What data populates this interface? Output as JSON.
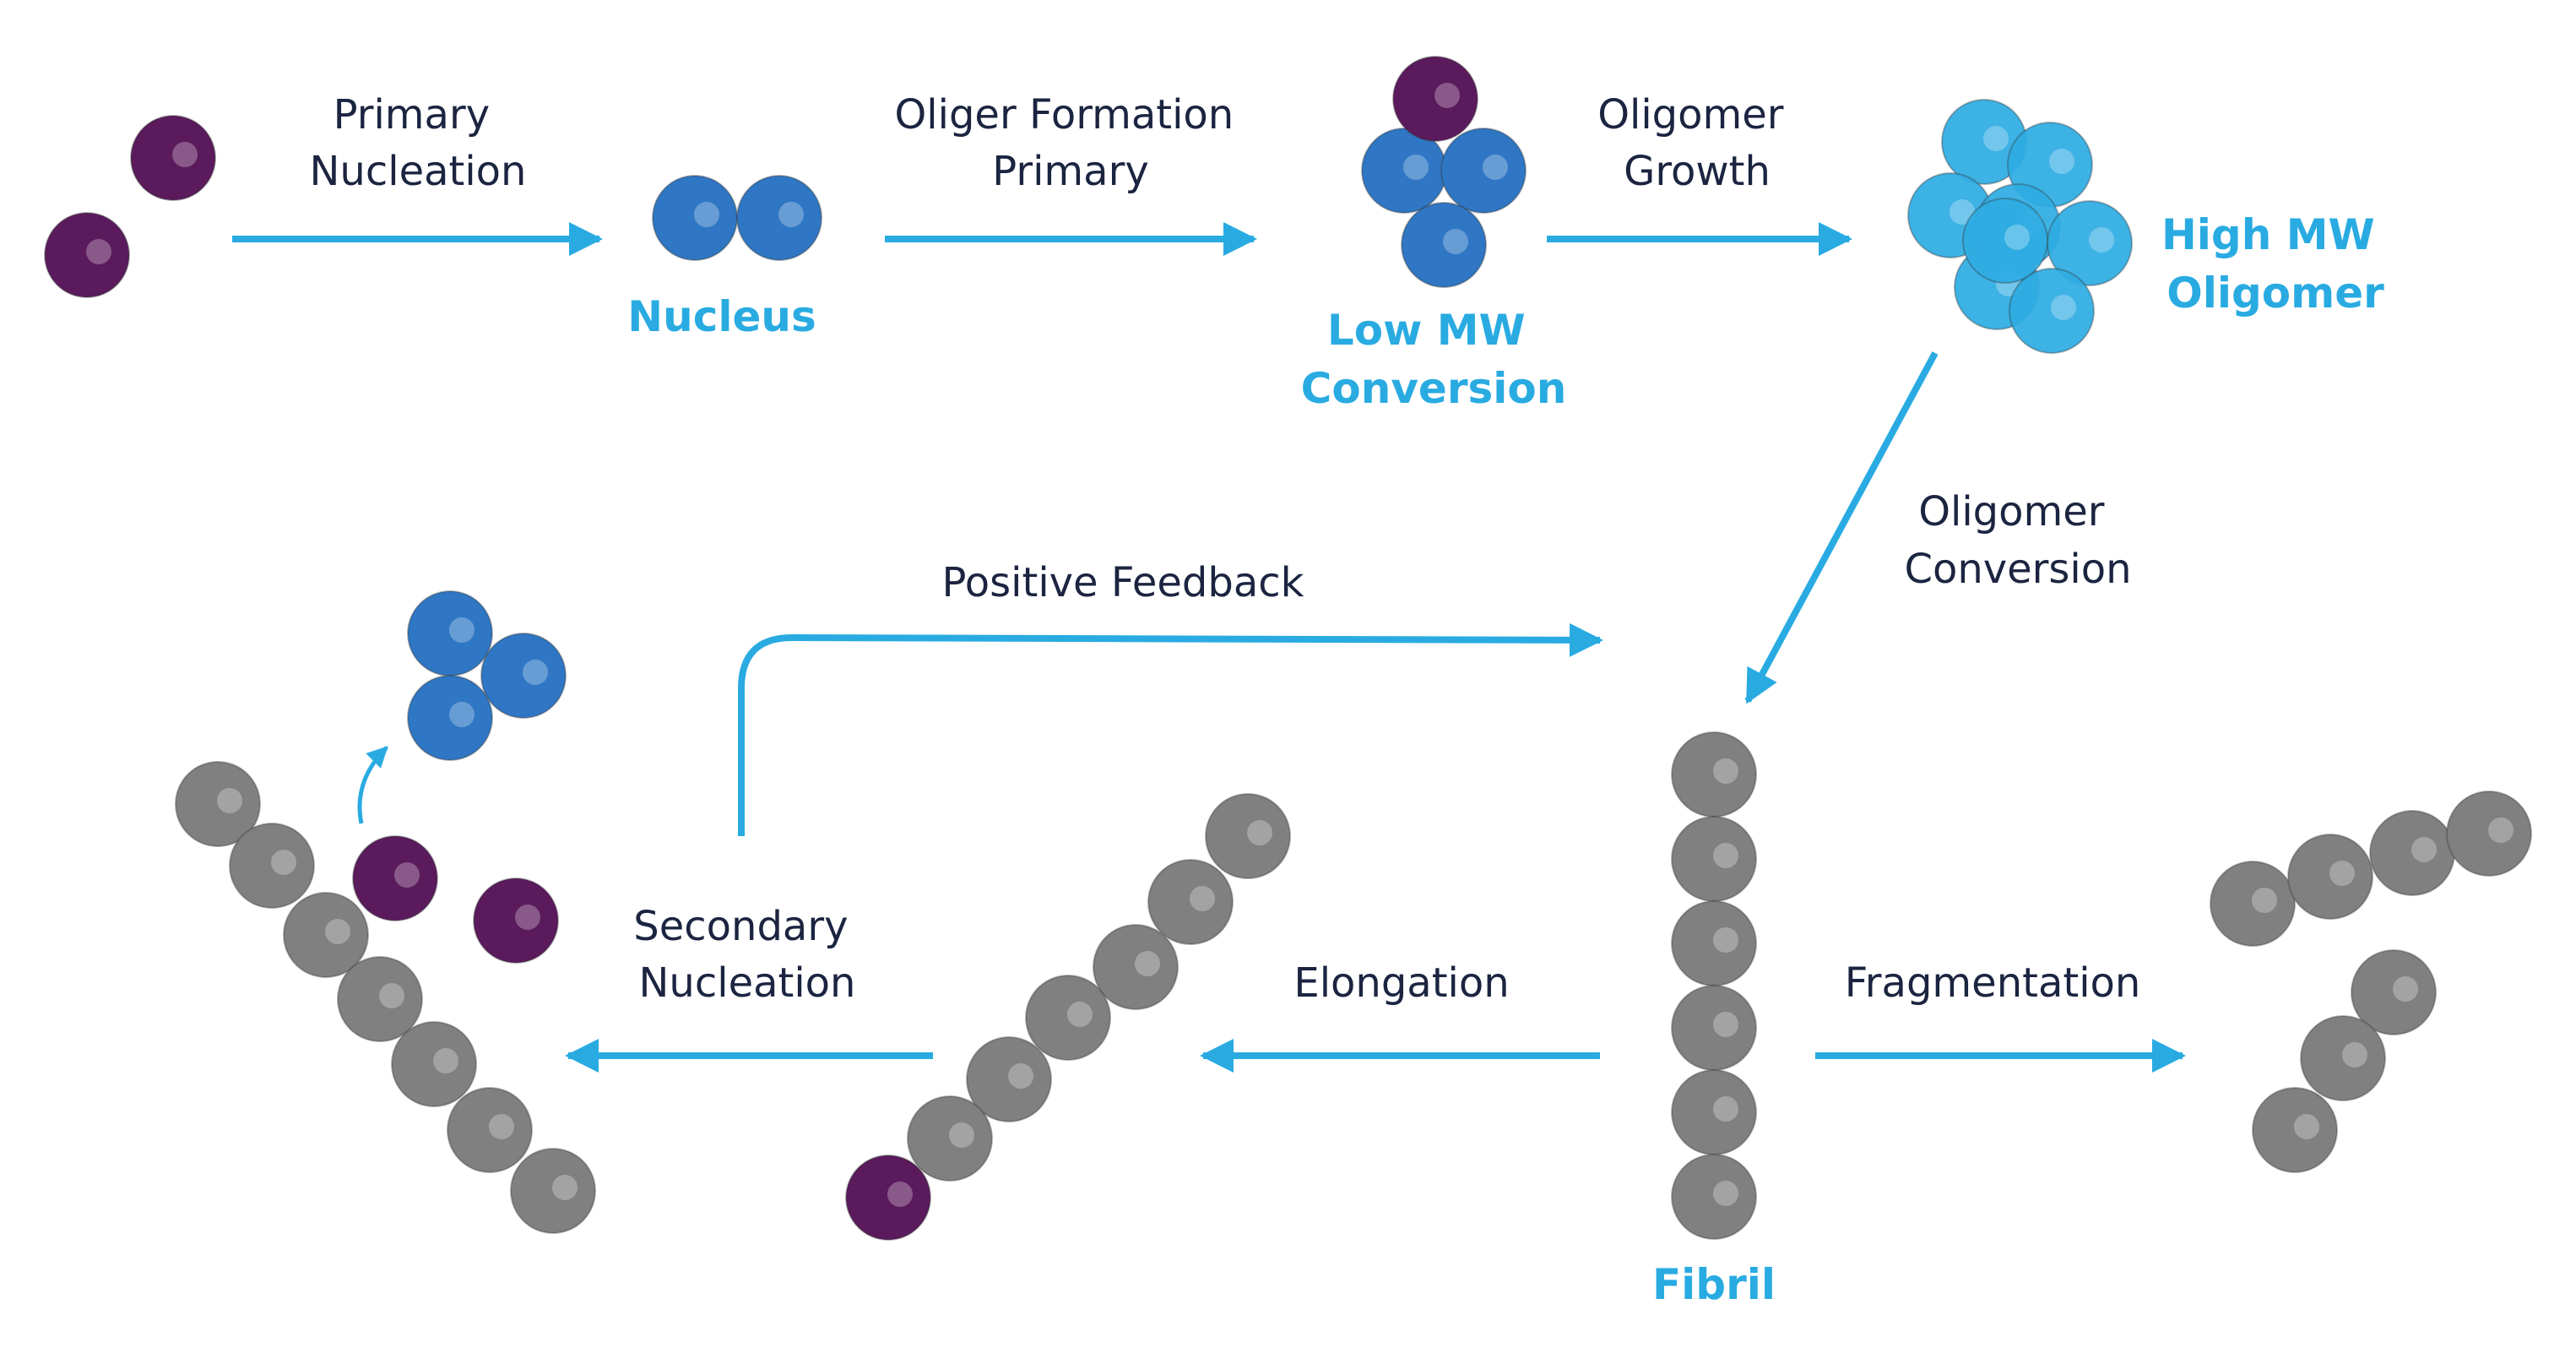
{
  "colors": {
    "text_dark": "#1b2440",
    "text_accent": "#29abe2",
    "arrow": "#29abe2",
    "monomer_purple": "#5a1a5c",
    "nucleus_blue": "#2f77c4",
    "oligomer_light_blue": "#2eace3",
    "fibril_gray": "#808080",
    "highlight": "#ffffff"
  },
  "labels": {
    "primary_nucleation": [
      "Primary",
      "Nucleation"
    ],
    "oliger_formation": [
      "Oliger Formation",
      "Primary"
    ],
    "oligomer_growth": [
      "Oligomer",
      "Growth"
    ],
    "oligomer_conversion": [
      "Oligomer",
      "Conversion"
    ],
    "positive_feedback": "Positive Feedback",
    "secondary_nucleation": [
      "Secondary",
      "Nucleation"
    ],
    "elongation": "Elongation",
    "fragmentation": "Fragmentation"
  },
  "states": {
    "nucleus": "Nucleus",
    "low_mw": [
      "Low MW",
      "Conversion"
    ],
    "high_mw": [
      "High MW",
      "Oligomer"
    ],
    "fibril": "Fibril"
  }
}
